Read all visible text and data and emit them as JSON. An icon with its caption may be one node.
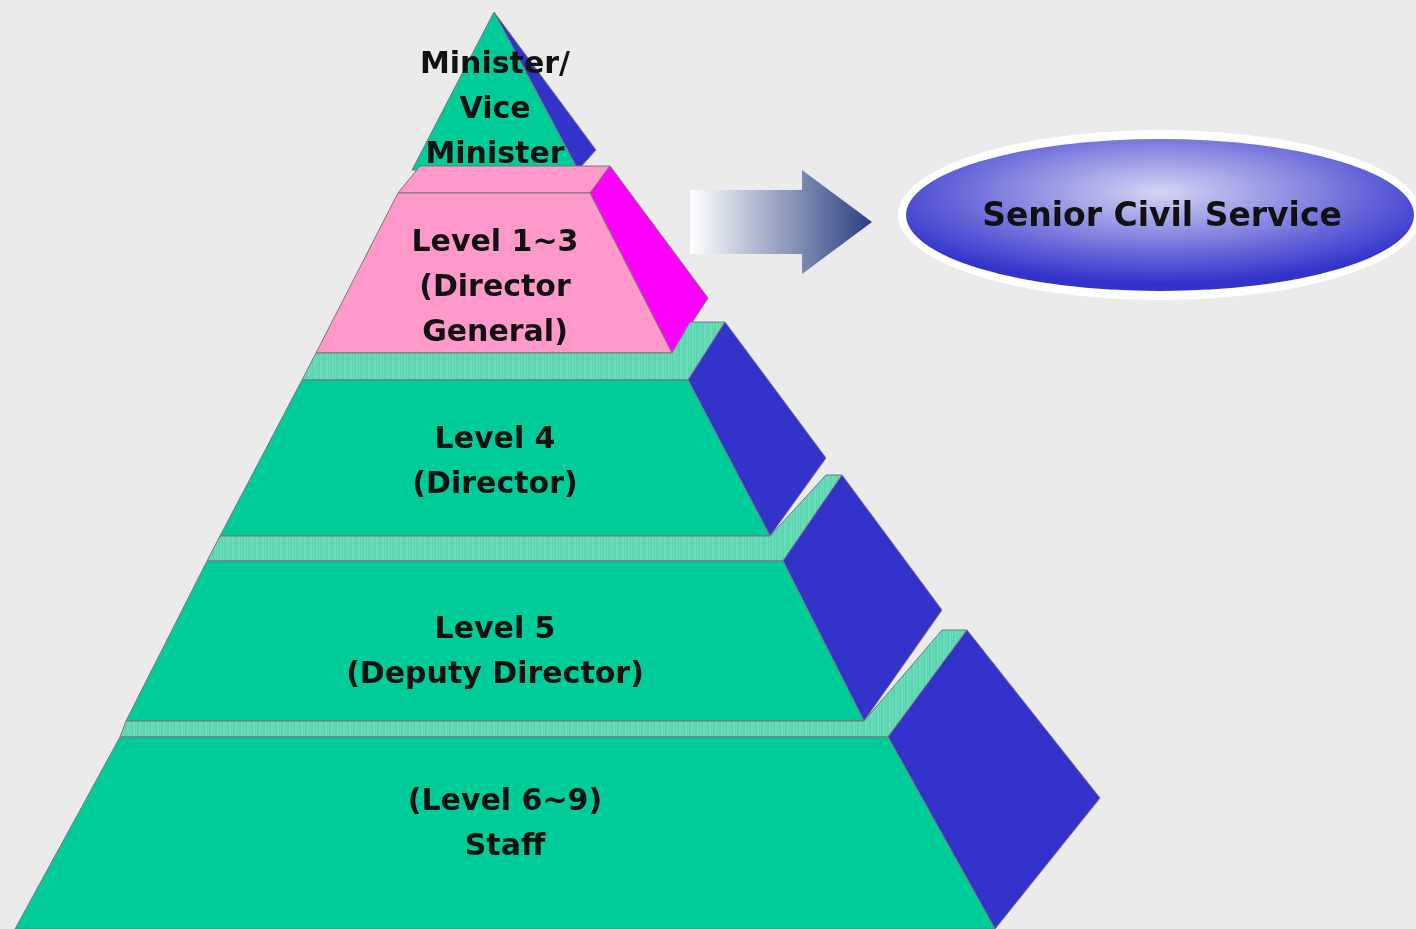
{
  "diagram": {
    "nodes": [
      {
        "text": [
          "Minister/ Vice Minister"
        ]
      },
      {
        "text": [
          "Level 1~3",
          "(Director General)"
        ]
      },
      {
        "text": [
          "Level 4",
          "(Director)"
        ]
      },
      {
        "text": [
          "Level 5",
          "(Deputy Director)"
        ]
      },
      {
        "text": [
          "(Level 6~9)",
          "Staff"
        ]
      },
      {
        "text": [
          "Senior Civil Service"
        ]
      }
    ],
    "edges": [
      {
        "from": 1,
        "to": 5,
        "arrow": "to"
      }
    ]
  }
}
